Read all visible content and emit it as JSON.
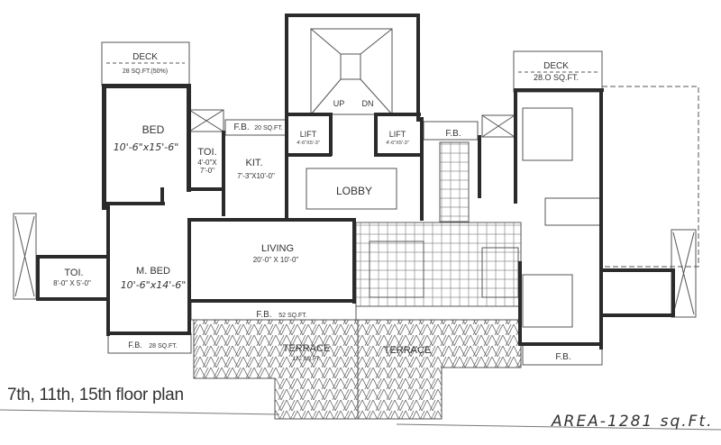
{
  "plan": {
    "title": "7th, 11th, 15th floor plan",
    "area": "AREA-1281 sq.Ft."
  },
  "rooms": {
    "deck_left": {
      "name": "DECK",
      "size": "28 SQ.FT.(50%)"
    },
    "bed": {
      "name": "BED",
      "size": "10'-6\"x15'-6\""
    },
    "toi_small": {
      "name": "TOI.",
      "size1": "4'-0\"X",
      "size2": "7'-0\""
    },
    "fb_20": {
      "name": "F.B.",
      "size": "20 SQ.FT."
    },
    "kit": {
      "name": "KIT.",
      "size": "7'-3\"X10'-0\""
    },
    "stair": {
      "up": "UP",
      "dn": "DN"
    },
    "lift1": {
      "name": "LIFT",
      "size": "4'-6\"X5'-3\""
    },
    "lift2": {
      "name": "LIFT",
      "size": "4'-6\"X5'-3\""
    },
    "lobby": {
      "name": "LOBBY"
    },
    "fb_right_top": {
      "name": "F.B."
    },
    "deck_right": {
      "name": "DECK",
      "size": "28.O SQ.FT."
    },
    "toi_left": {
      "name": "TOI.",
      "size": "8'-0\" X 5'-0\""
    },
    "m_bed": {
      "name": "M. BED",
      "size": "10'-6\"x14'-6\""
    },
    "living": {
      "name": "LIVING",
      "size": "20'-0\" X 10'-0\""
    },
    "fb_52": {
      "name": "F.B.",
      "size": "52 SQ.FT."
    },
    "fb_28": {
      "name": "F.B.",
      "size": "28 SQ.FT."
    },
    "terrace1": {
      "name": "TERRACE",
      "size": "172 SQ.FT."
    },
    "terrace2": {
      "name": "TERRACE"
    },
    "fb_right_bottom": {
      "name": "F.B."
    }
  }
}
